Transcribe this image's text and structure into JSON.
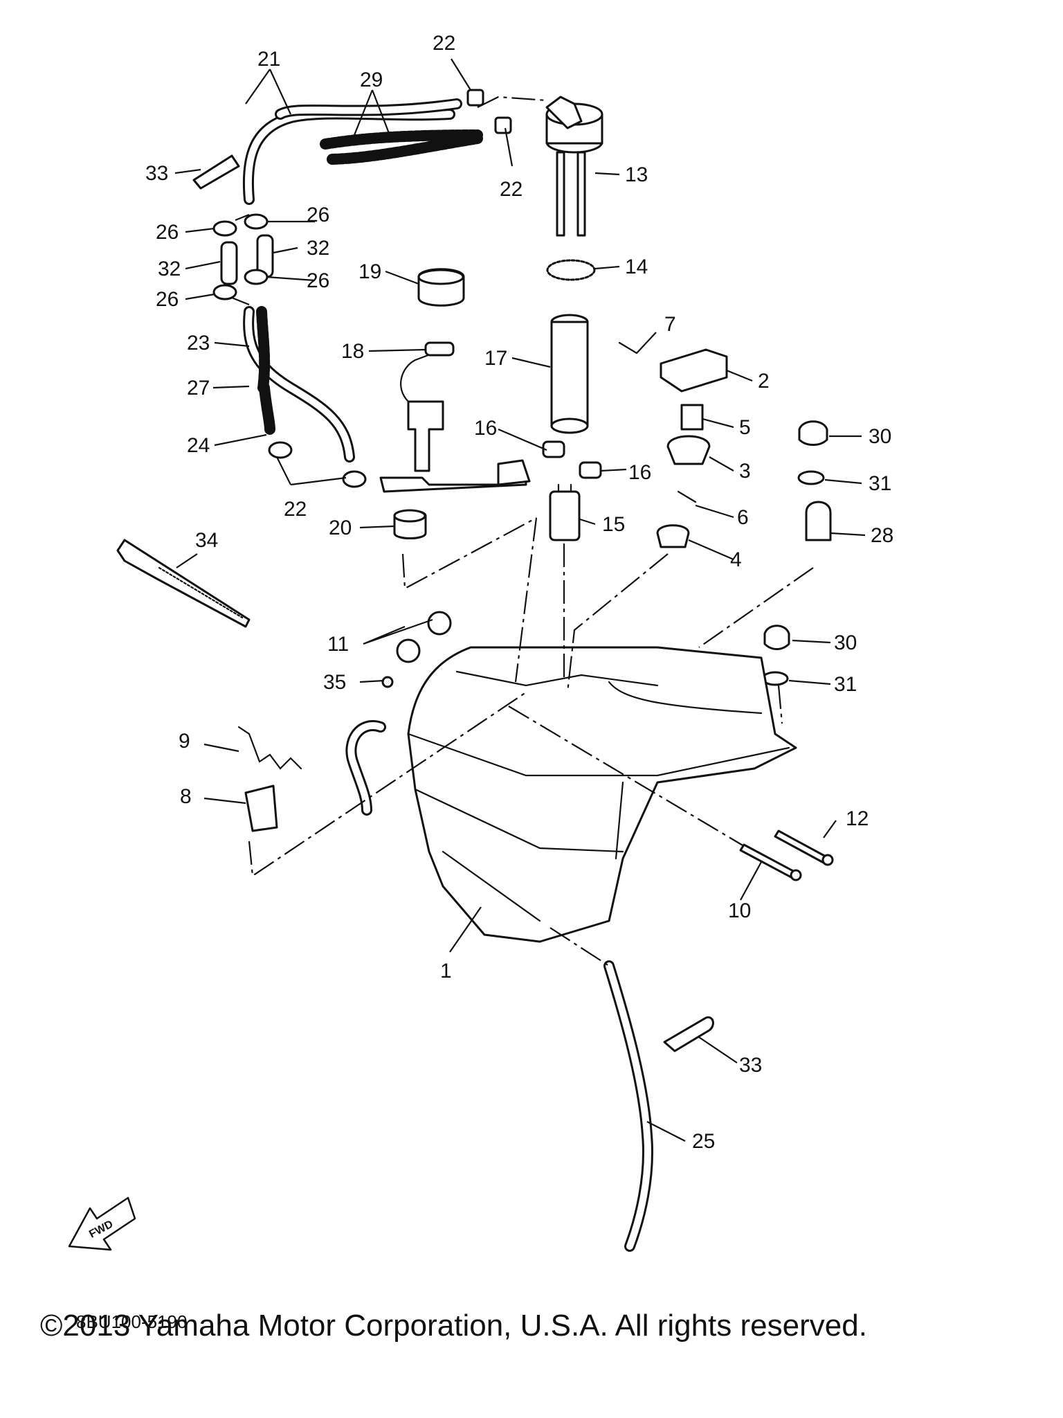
{
  "diagram": {
    "part_labels": [
      "1",
      "2",
      "3",
      "4",
      "5",
      "6",
      "7",
      "8",
      "9",
      "10",
      "11",
      "12",
      "13",
      "14",
      "15",
      "16",
      "17",
      "18",
      "19",
      "20",
      "21",
      "22",
      "23",
      "24",
      "25",
      "26",
      "27",
      "28",
      "29",
      "30",
      "31",
      "32",
      "33",
      "34",
      "35"
    ],
    "drawing_code": "8BU100-5190",
    "direction_badge": "FWD",
    "copyright": "©2013 Yamaha Motor Corporation, U.S.A. All rights reserved."
  }
}
